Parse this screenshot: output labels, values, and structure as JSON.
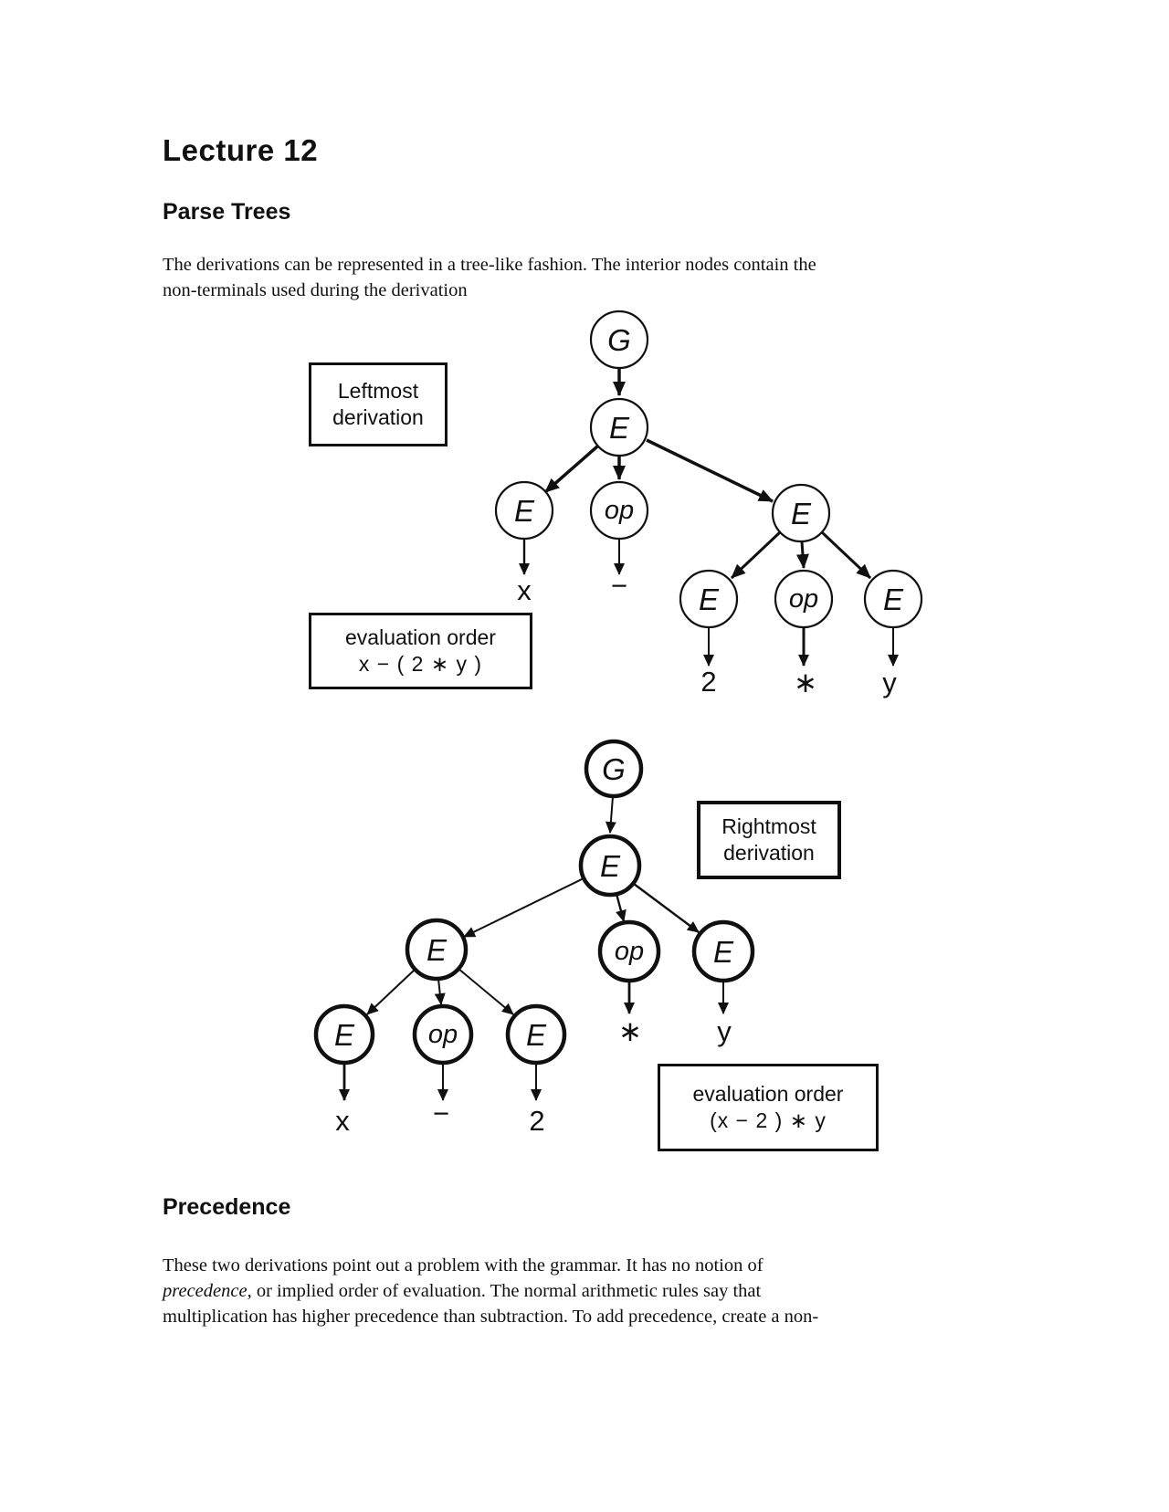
{
  "doc": {
    "title": "Lecture 12",
    "section_parse_trees": {
      "heading": "Parse Trees",
      "para_line1": "The derivations can be represented in a tree-like fashion. The interior nodes contain the",
      "para_line2": "non-terminals used during the derivation"
    },
    "section_precedence": {
      "heading": "Precedence",
      "para_line1": "These two derivations point out a problem with the grammar. It has no notion of",
      "para_line2_italic": "precedence",
      "para_line2_rest": ", or implied order of evaluation. The normal arithmetic rules say that",
      "para_line3": "multiplication has higher precedence than subtraction. To add precedence, create a non-"
    }
  },
  "tree1": {
    "caption_box": {
      "line1": "Leftmost",
      "line2": "derivation"
    },
    "eval_box": {
      "line1": "evaluation order",
      "line2": "x − ( 2 ∗ y )"
    },
    "nodes": {
      "g": "G",
      "e_root": "E",
      "e_left": "E",
      "op_mid": "op",
      "e_right": "E",
      "e_sub_left": "E",
      "op_sub": "op",
      "e_sub_right": "E"
    },
    "leaves": {
      "x": "x",
      "minus": "−",
      "two": "2",
      "star": "∗",
      "y": "y"
    }
  },
  "tree2": {
    "caption_box": {
      "line1": "Rightmost",
      "line2": "derivation"
    },
    "eval_box": {
      "line1": "evaluation order",
      "line2": "(x − 2 ) ∗ y"
    },
    "nodes": {
      "g": "G",
      "e_root": "E",
      "e_left": "E",
      "op_mid": "op",
      "e_right": "E",
      "e_sub_left": "E",
      "op_sub": "op",
      "e_sub_right": "E"
    },
    "leaves": {
      "x": "x",
      "minus": "−",
      "two": "2",
      "star": "∗",
      "y": "y"
    }
  }
}
